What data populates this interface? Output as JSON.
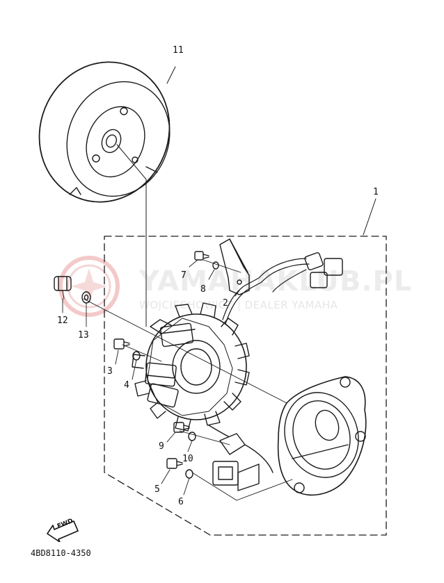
{
  "watermark": {
    "title": "YAMAHAKLUB.PL",
    "subtitle": "WOJCIECHOWICZ | DEALER YAMAHA",
    "logo_icon": "yamaha-logo-icon",
    "color": "#ececec"
  },
  "diagram_code": "4BD8110-4350",
  "fwd_label": "FWD",
  "callouts": {
    "c1": "1",
    "c2": "2",
    "c3": "3",
    "c4": "4",
    "c5": "5",
    "c6": "6",
    "c7": "7",
    "c8": "8",
    "c9": "9",
    "c10": "10",
    "c11": "11",
    "c12": "12",
    "c13": "13"
  },
  "line_color": "#1a1a1a"
}
